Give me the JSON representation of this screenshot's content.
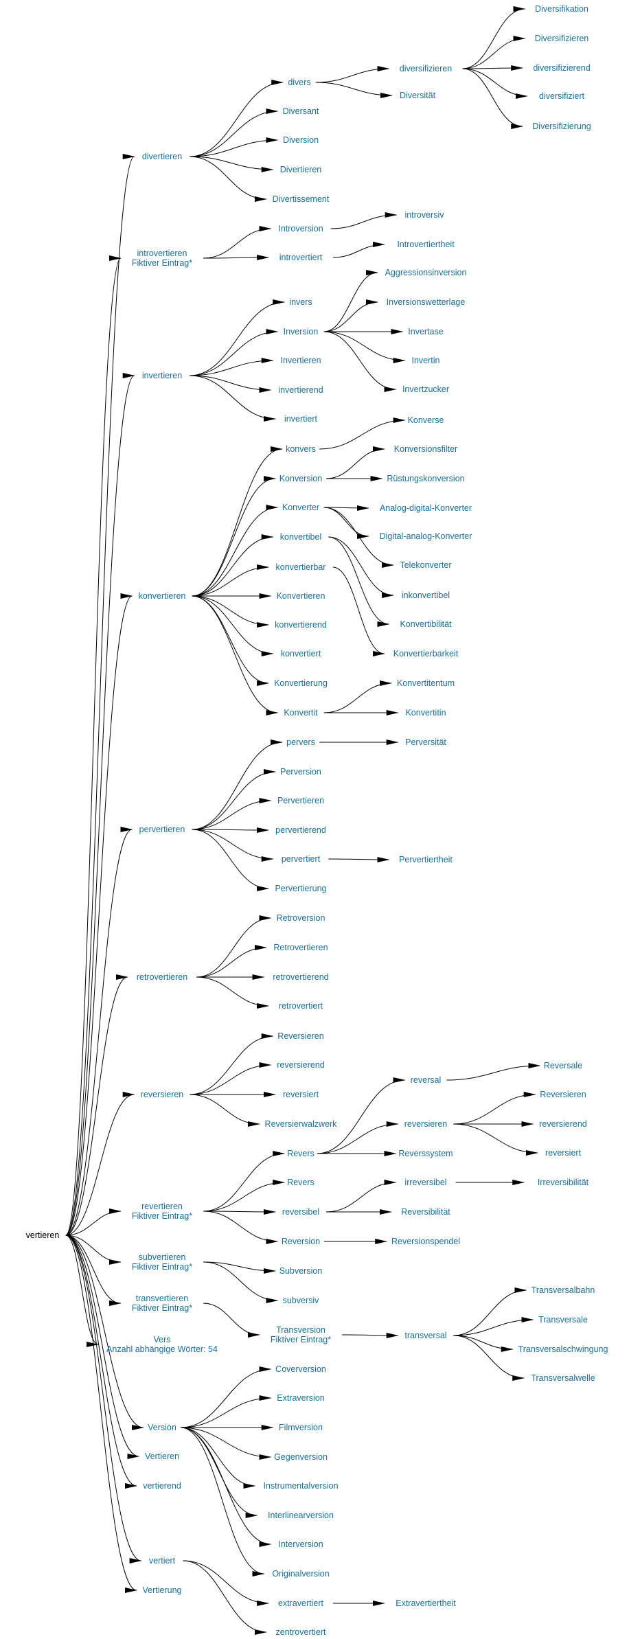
{
  "colors": {
    "link": "#1a6e9a",
    "root": "#000000",
    "edge": "#000000",
    "background": "#ffffff"
  },
  "nodes": [
    {
      "id": "vertieren",
      "lines": [
        "vertieren"
      ],
      "root": true
    },
    {
      "id": "divertieren",
      "lines": [
        "divertieren"
      ]
    },
    {
      "id": "divers",
      "lines": [
        "divers"
      ]
    },
    {
      "id": "diversifizieren",
      "lines": [
        "diversifizieren"
      ]
    },
    {
      "id": "Diversifikation",
      "lines": [
        "Diversifikation"
      ]
    },
    {
      "id": "Diversifizieren",
      "lines": [
        "Diversifizieren"
      ]
    },
    {
      "id": "diversifizierend",
      "lines": [
        "diversifizierend"
      ]
    },
    {
      "id": "diversifiziert",
      "lines": [
        "diversifiziert"
      ]
    },
    {
      "id": "Diversifizierung",
      "lines": [
        "Diversifizierung"
      ]
    },
    {
      "id": "Diversität",
      "lines": [
        "Diversität"
      ]
    },
    {
      "id": "Diversant",
      "lines": [
        "Diversant"
      ]
    },
    {
      "id": "Diversion",
      "lines": [
        "Diversion"
      ]
    },
    {
      "id": "Divertieren",
      "lines": [
        "Divertieren"
      ]
    },
    {
      "id": "Divertissement",
      "lines": [
        "Divertissement"
      ]
    },
    {
      "id": "introvertieren",
      "lines": [
        "introvertieren",
        "Fiktiver Eintrag*"
      ]
    },
    {
      "id": "Introversion",
      "lines": [
        "Introversion"
      ]
    },
    {
      "id": "introversiv",
      "lines": [
        "introversiv"
      ]
    },
    {
      "id": "introvertiert",
      "lines": [
        "introvertiert"
      ]
    },
    {
      "id": "Introvertiertheit",
      "lines": [
        "Introvertiertheit"
      ]
    },
    {
      "id": "invertieren",
      "lines": [
        "invertieren"
      ]
    },
    {
      "id": "invers",
      "lines": [
        "invers"
      ]
    },
    {
      "id": "Inversion",
      "lines": [
        "Inversion"
      ]
    },
    {
      "id": "Aggressionsinversion",
      "lines": [
        "Aggressionsinversion"
      ]
    },
    {
      "id": "Inversionswetterlage",
      "lines": [
        "Inversionswetterlage"
      ]
    },
    {
      "id": "Invertase",
      "lines": [
        "Invertase"
      ]
    },
    {
      "id": "Invertin",
      "lines": [
        "Invertin"
      ]
    },
    {
      "id": "Invertzucker",
      "lines": [
        "Invertzucker"
      ]
    },
    {
      "id": "Invertieren",
      "lines": [
        "Invertieren"
      ]
    },
    {
      "id": "invertierend",
      "lines": [
        "invertierend"
      ]
    },
    {
      "id": "invertiert",
      "lines": [
        "invertiert"
      ]
    },
    {
      "id": "konvertieren",
      "lines": [
        "konvertieren"
      ]
    },
    {
      "id": "konvers",
      "lines": [
        "konvers"
      ]
    },
    {
      "id": "Konverse",
      "lines": [
        "Konverse"
      ]
    },
    {
      "id": "Konversion",
      "lines": [
        "Konversion"
      ]
    },
    {
      "id": "Konversionsfilter",
      "lines": [
        "Konversionsfilter"
      ]
    },
    {
      "id": "Rüstungskonversion",
      "lines": [
        "Rüstungskonversion"
      ]
    },
    {
      "id": "Konverter",
      "lines": [
        "Konverter"
      ]
    },
    {
      "id": "Analog-digital-Konverter",
      "lines": [
        "Analog-digital-Konverter"
      ]
    },
    {
      "id": "Digital-analog-Konverter",
      "lines": [
        "Digital-analog-Konverter"
      ]
    },
    {
      "id": "Telekonverter",
      "lines": [
        "Telekonverter"
      ]
    },
    {
      "id": "konvertibel",
      "lines": [
        "konvertibel"
      ]
    },
    {
      "id": "inkonvertibel",
      "lines": [
        "inkonvertibel"
      ]
    },
    {
      "id": "Konvertibilität",
      "lines": [
        "Konvertibilität"
      ]
    },
    {
      "id": "konvertierbar",
      "lines": [
        "konvertierbar"
      ]
    },
    {
      "id": "Konvertierbarkeit",
      "lines": [
        "Konvertierbarkeit"
      ]
    },
    {
      "id": "Konvertieren",
      "lines": [
        "Konvertieren"
      ]
    },
    {
      "id": "konvertierend",
      "lines": [
        "konvertierend"
      ]
    },
    {
      "id": "konvertiert",
      "lines": [
        "konvertiert"
      ]
    },
    {
      "id": "Konvertierung",
      "lines": [
        "Konvertierung"
      ]
    },
    {
      "id": "Konvertit",
      "lines": [
        "Konvertit"
      ]
    },
    {
      "id": "Konvertitentum",
      "lines": [
        "Konvertitentum"
      ]
    },
    {
      "id": "Konvertitin",
      "lines": [
        "Konvertitin"
      ]
    },
    {
      "id": "pervertieren",
      "lines": [
        "pervertieren"
      ]
    },
    {
      "id": "pervers",
      "lines": [
        "pervers"
      ]
    },
    {
      "id": "Perversität",
      "lines": [
        "Perversität"
      ]
    },
    {
      "id": "Perversion",
      "lines": [
        "Perversion"
      ]
    },
    {
      "id": "Pervertieren",
      "lines": [
        "Pervertieren"
      ]
    },
    {
      "id": "pervertierend",
      "lines": [
        "pervertierend"
      ]
    },
    {
      "id": "pervertiert",
      "lines": [
        "pervertiert"
      ]
    },
    {
      "id": "Pervertiertheit",
      "lines": [
        "Pervertiertheit"
      ]
    },
    {
      "id": "Pervertierung",
      "lines": [
        "Pervertierung"
      ]
    },
    {
      "id": "retrovertieren",
      "lines": [
        "retrovertieren"
      ]
    },
    {
      "id": "Retroversion",
      "lines": [
        "Retroversion"
      ]
    },
    {
      "id": "Retrovertieren",
      "lines": [
        "Retrovertieren"
      ]
    },
    {
      "id": "retrovertierend",
      "lines": [
        "retrovertierend"
      ]
    },
    {
      "id": "retrovertiert",
      "lines": [
        "retrovertiert"
      ]
    },
    {
      "id": "reversieren",
      "lines": [
        "reversieren"
      ]
    },
    {
      "id": "Reversieren",
      "lines": [
        "Reversieren"
      ]
    },
    {
      "id": "reversierend",
      "lines": [
        "reversierend"
      ]
    },
    {
      "id": "reversiert",
      "lines": [
        "reversiert"
      ]
    },
    {
      "id": "Reversierwalzwerk",
      "lines": [
        "Reversierwalzwerk"
      ]
    },
    {
      "id": "revertieren",
      "lines": [
        "revertieren",
        "Fiktiver Eintrag*"
      ]
    },
    {
      "id": "Revers",
      "lines": [
        "Revers"
      ]
    },
    {
      "id": "reversal",
      "lines": [
        "reversal"
      ]
    },
    {
      "id": "Reversale",
      "lines": [
        "Reversale"
      ]
    },
    {
      "id": "reversieren2",
      "lines": [
        "reversieren"
      ]
    },
    {
      "id": "Reversieren2",
      "lines": [
        "Reversieren"
      ]
    },
    {
      "id": "reversierend2",
      "lines": [
        "reversierend"
      ]
    },
    {
      "id": "reversiert2",
      "lines": [
        "reversiert"
      ]
    },
    {
      "id": "Reverssystem",
      "lines": [
        "Reverssystem"
      ]
    },
    {
      "id": "Revers2",
      "lines": [
        "Revers"
      ]
    },
    {
      "id": "reversibel",
      "lines": [
        "reversibel"
      ]
    },
    {
      "id": "irreversibel",
      "lines": [
        "irreversibel"
      ]
    },
    {
      "id": "Irreversibilität",
      "lines": [
        "Irreversibilität"
      ]
    },
    {
      "id": "Reversibilität",
      "lines": [
        "Reversibilität"
      ]
    },
    {
      "id": "Reversion",
      "lines": [
        "Reversion"
      ]
    },
    {
      "id": "Reversionspendel",
      "lines": [
        "Reversionspendel"
      ]
    },
    {
      "id": "subvertieren",
      "lines": [
        "subvertieren",
        "Fiktiver Eintrag*"
      ]
    },
    {
      "id": "Subversion",
      "lines": [
        "Subversion"
      ]
    },
    {
      "id": "subversiv",
      "lines": [
        "subversiv"
      ]
    },
    {
      "id": "transvertieren",
      "lines": [
        "transvertieren",
        "Fiktiver Eintrag*"
      ]
    },
    {
      "id": "Transversion",
      "lines": [
        "Transversion",
        "Fiktiver Eintrag*"
      ]
    },
    {
      "id": "transversal",
      "lines": [
        "transversal"
      ]
    },
    {
      "id": "Transversalbahn",
      "lines": [
        "Transversalbahn"
      ]
    },
    {
      "id": "Transversale",
      "lines": [
        "Transversale"
      ]
    },
    {
      "id": "Transversalschwingung",
      "lines": [
        "Transversalschwingung"
      ]
    },
    {
      "id": "Transversalwelle",
      "lines": [
        "Transversalwelle"
      ]
    },
    {
      "id": "Vers",
      "lines": [
        "Vers",
        "Anzahl abhängige Wörter: 54"
      ]
    },
    {
      "id": "Version",
      "lines": [
        "Version"
      ]
    },
    {
      "id": "Coverversion",
      "lines": [
        "Coverversion"
      ]
    },
    {
      "id": "Extraversion",
      "lines": [
        "Extraversion"
      ]
    },
    {
      "id": "Filmversion",
      "lines": [
        "Filmversion"
      ]
    },
    {
      "id": "Gegenversion",
      "lines": [
        "Gegenversion"
      ]
    },
    {
      "id": "Instrumentalversion",
      "lines": [
        "Instrumentalversion"
      ]
    },
    {
      "id": "Interlinearversion",
      "lines": [
        "Interlinearversion"
      ]
    },
    {
      "id": "Interversion",
      "lines": [
        "Interversion"
      ]
    },
    {
      "id": "Originalversion",
      "lines": [
        "Originalversion"
      ]
    },
    {
      "id": "Vertieren",
      "lines": [
        "Vertieren"
      ]
    },
    {
      "id": "vertierend",
      "lines": [
        "vertierend"
      ]
    },
    {
      "id": "vertiert",
      "lines": [
        "vertiert"
      ]
    },
    {
      "id": "extravertiert",
      "lines": [
        "extravertiert"
      ]
    },
    {
      "id": "Extravertiertheit",
      "lines": [
        "Extravertiertheit"
      ]
    },
    {
      "id": "zentrovertiert",
      "lines": [
        "zentrovertiert"
      ]
    },
    {
      "id": "Vertierung",
      "lines": [
        "Vertierung"
      ]
    }
  ],
  "edges": [
    [
      "vertieren",
      "divertieren"
    ],
    [
      "vertieren",
      "introvertieren"
    ],
    [
      "vertieren",
      "invertieren"
    ],
    [
      "vertieren",
      "konvertieren"
    ],
    [
      "vertieren",
      "pervertieren"
    ],
    [
      "vertieren",
      "retrovertieren"
    ],
    [
      "vertieren",
      "reversieren"
    ],
    [
      "vertieren",
      "revertieren"
    ],
    [
      "vertieren",
      "subvertieren"
    ],
    [
      "vertieren",
      "transvertieren"
    ],
    [
      "vertieren",
      "Vers"
    ],
    [
      "vertieren",
      "Version"
    ],
    [
      "vertieren",
      "Vertieren"
    ],
    [
      "vertieren",
      "vertierend"
    ],
    [
      "vertieren",
      "vertiert"
    ],
    [
      "vertieren",
      "Vertierung"
    ],
    [
      "divertieren",
      "divers"
    ],
    [
      "divertieren",
      "Diversant"
    ],
    [
      "divertieren",
      "Diversion"
    ],
    [
      "divertieren",
      "Divertieren"
    ],
    [
      "divertieren",
      "Divertissement"
    ],
    [
      "divers",
      "diversifizieren"
    ],
    [
      "divers",
      "Diversität"
    ],
    [
      "diversifizieren",
      "Diversifikation"
    ],
    [
      "diversifizieren",
      "Diversifizieren"
    ],
    [
      "diversifizieren",
      "diversifizierend"
    ],
    [
      "diversifizieren",
      "diversifiziert"
    ],
    [
      "diversifizieren",
      "Diversifizierung"
    ],
    [
      "introvertieren",
      "Introversion"
    ],
    [
      "introvertieren",
      "introvertiert"
    ],
    [
      "Introversion",
      "introversiv"
    ],
    [
      "introvertiert",
      "Introvertiertheit"
    ],
    [
      "invertieren",
      "invers"
    ],
    [
      "invertieren",
      "Inversion"
    ],
    [
      "invertieren",
      "Invertieren"
    ],
    [
      "invertieren",
      "invertierend"
    ],
    [
      "invertieren",
      "invertiert"
    ],
    [
      "Inversion",
      "Aggressionsinversion"
    ],
    [
      "Inversion",
      "Inversionswetterlage"
    ],
    [
      "Inversion",
      "Invertase"
    ],
    [
      "Inversion",
      "Invertin"
    ],
    [
      "Inversion",
      "Invertzucker"
    ],
    [
      "konvertieren",
      "konvers"
    ],
    [
      "konvertieren",
      "Konversion"
    ],
    [
      "konvertieren",
      "Konverter"
    ],
    [
      "konvertieren",
      "konvertibel"
    ],
    [
      "konvertieren",
      "konvertierbar"
    ],
    [
      "konvertieren",
      "Konvertieren"
    ],
    [
      "konvertieren",
      "konvertierend"
    ],
    [
      "konvertieren",
      "konvertiert"
    ],
    [
      "konvertieren",
      "Konvertierung"
    ],
    [
      "konvertieren",
      "Konvertit"
    ],
    [
      "konvers",
      "Konverse"
    ],
    [
      "Konversion",
      "Konversionsfilter"
    ],
    [
      "Konversion",
      "Rüstungskonversion"
    ],
    [
      "Konverter",
      "Analog-digital-Konverter"
    ],
    [
      "Konverter",
      "Digital-analog-Konverter"
    ],
    [
      "Konverter",
      "Telekonverter"
    ],
    [
      "konvertibel",
      "inkonvertibel"
    ],
    [
      "konvertibel",
      "Konvertibilität"
    ],
    [
      "konvertierbar",
      "Konvertierbarkeit"
    ],
    [
      "Konvertit",
      "Konvertitentum"
    ],
    [
      "Konvertit",
      "Konvertitin"
    ],
    [
      "pervertieren",
      "pervers"
    ],
    [
      "pervertieren",
      "Perversion"
    ],
    [
      "pervertieren",
      "Pervertieren"
    ],
    [
      "pervertieren",
      "pervertierend"
    ],
    [
      "pervertieren",
      "pervertiert"
    ],
    [
      "pervertieren",
      "Pervertierung"
    ],
    [
      "pervers",
      "Perversität"
    ],
    [
      "pervertiert",
      "Pervertiertheit"
    ],
    [
      "retrovertieren",
      "Retroversion"
    ],
    [
      "retrovertieren",
      "Retrovertieren"
    ],
    [
      "retrovertieren",
      "retrovertierend"
    ],
    [
      "retrovertieren",
      "retrovertiert"
    ],
    [
      "reversieren",
      "Reversieren"
    ],
    [
      "reversieren",
      "reversierend"
    ],
    [
      "reversieren",
      "reversiert"
    ],
    [
      "reversieren",
      "Reversierwalzwerk"
    ],
    [
      "revertieren",
      "Revers"
    ],
    [
      "revertieren",
      "Revers2"
    ],
    [
      "revertieren",
      "reversibel"
    ],
    [
      "revertieren",
      "Reversion"
    ],
    [
      "Revers",
      "reversal"
    ],
    [
      "Revers",
      "reversieren2"
    ],
    [
      "Revers",
      "Reverssystem"
    ],
    [
      "reversal",
      "Reversale"
    ],
    [
      "reversieren2",
      "Reversieren2"
    ],
    [
      "reversieren2",
      "reversierend2"
    ],
    [
      "reversieren2",
      "reversiert2"
    ],
    [
      "reversibel",
      "irreversibel"
    ],
    [
      "reversibel",
      "Reversibilität"
    ],
    [
      "irreversibel",
      "Irreversibilität"
    ],
    [
      "Reversion",
      "Reversionspendel"
    ],
    [
      "subvertieren",
      "Subversion"
    ],
    [
      "subvertieren",
      "subversiv"
    ],
    [
      "transvertieren",
      "Transversion"
    ],
    [
      "Transversion",
      "transversal"
    ],
    [
      "transversal",
      "Transversalbahn"
    ],
    [
      "transversal",
      "Transversale"
    ],
    [
      "transversal",
      "Transversalschwingung"
    ],
    [
      "transversal",
      "Transversalwelle"
    ],
    [
      "Version",
      "Coverversion"
    ],
    [
      "Version",
      "Extraversion"
    ],
    [
      "Version",
      "Filmversion"
    ],
    [
      "Version",
      "Gegenversion"
    ],
    [
      "Version",
      "Instrumentalversion"
    ],
    [
      "Version",
      "Interlinearversion"
    ],
    [
      "Version",
      "Interversion"
    ],
    [
      "Version",
      "Originalversion"
    ],
    [
      "vertiert",
      "extravertiert"
    ],
    [
      "vertiert",
      "zentrovertiert"
    ],
    [
      "extravertiert",
      "Extravertiertheit"
    ]
  ]
}
